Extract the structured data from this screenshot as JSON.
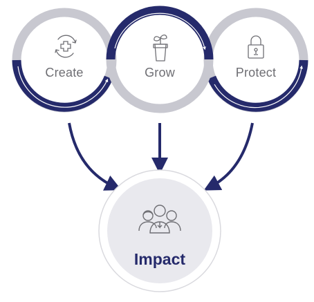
{
  "cycle": {
    "create_label": "Create",
    "grow_label": "Grow",
    "protect_label": "Protect"
  },
  "outcome": {
    "label": "Impact"
  },
  "icons": {
    "create": "recycle-plus-icon",
    "grow": "plant-pot-icon",
    "protect": "padlock-icon",
    "impact": "people-group-icon"
  },
  "colors": {
    "ring_gray": "#c8c8d0",
    "ring_navy": "#252a6b",
    "label_gray": "#6e6e73",
    "impact_fill": "#e9e9ee"
  }
}
